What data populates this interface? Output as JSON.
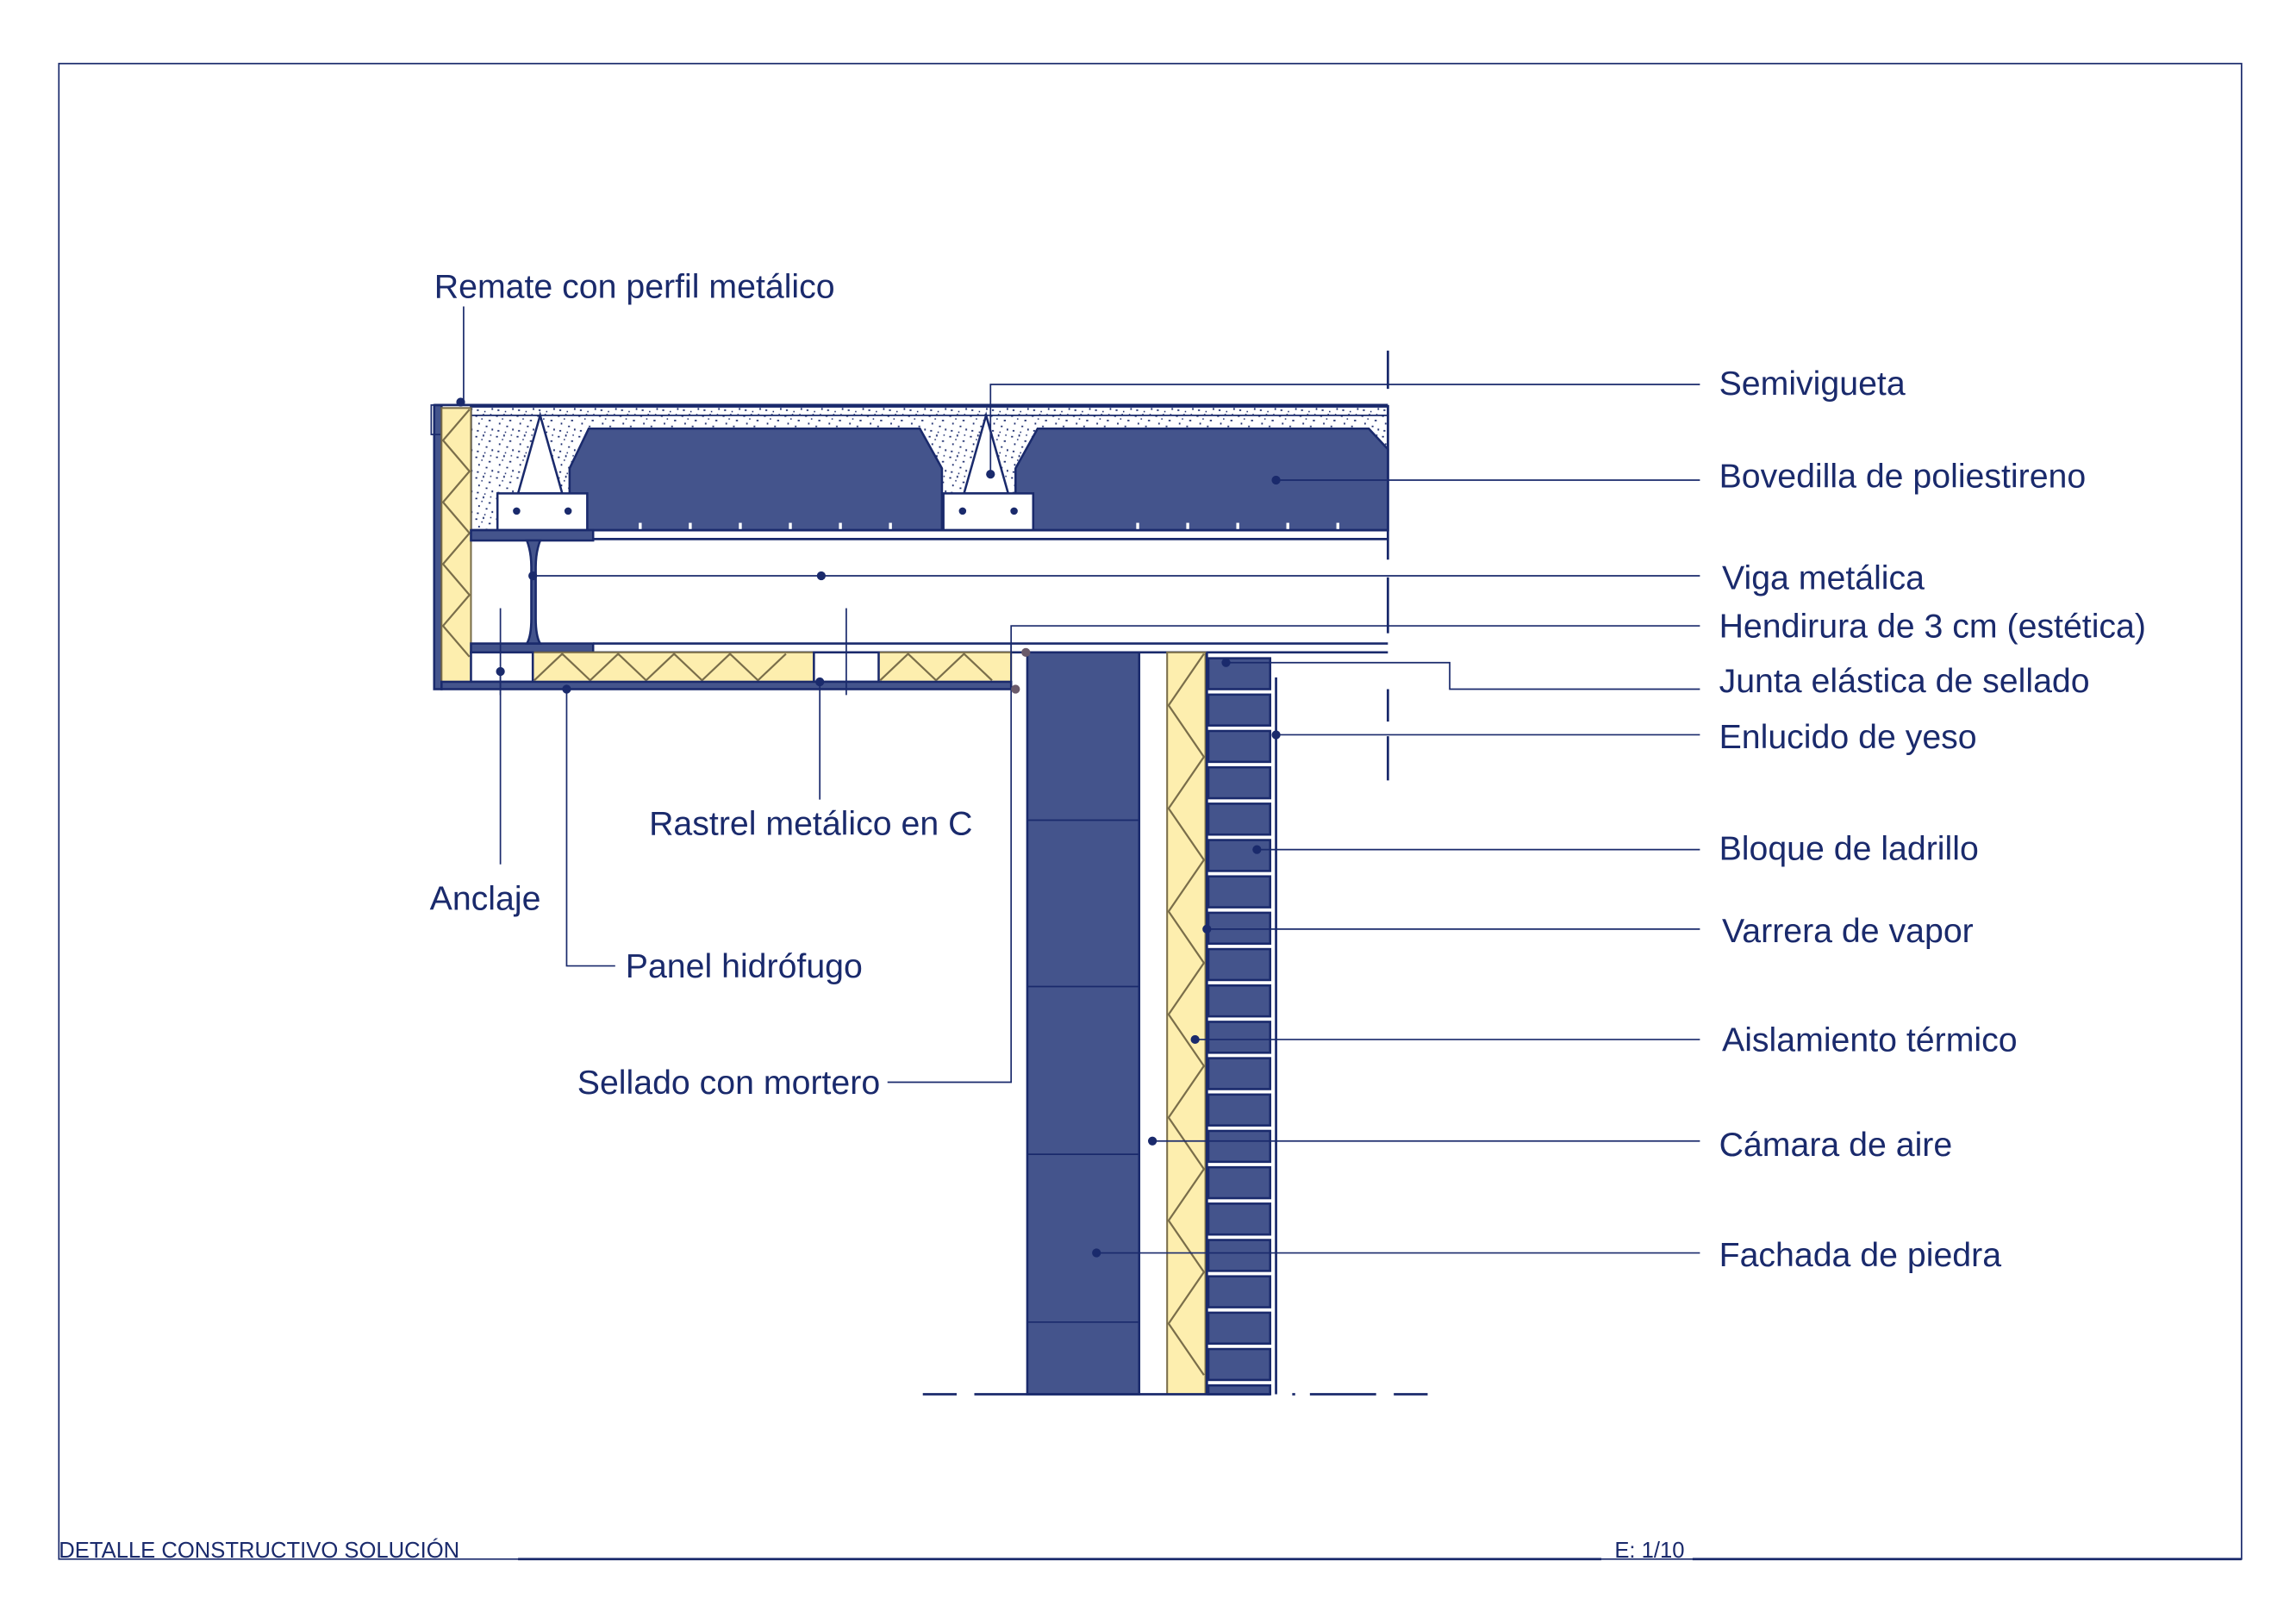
{
  "colors": {
    "ink": "#1a2a6c",
    "fill": "#44548c",
    "insulation": "#fdeeae"
  },
  "labels": {
    "remate": "Remate con perfil metálico",
    "semivigueta": "Semivigueta",
    "bovedilla": "Bovedilla de poliestireno",
    "viga": "Viga metálica",
    "hendirura": "Hendirura de 3 cm (estética)",
    "junta": "Junta elástica de sellado",
    "enlucido": "Enlucido de yeso",
    "rastrel": "Rastrel metálico en C",
    "anclaje": "Anclaje",
    "panel": "Panel hidrófugo",
    "sellado": "Sellado con mortero",
    "bloque": "Bloque de ladrillo",
    "varrera": "Varrera de vapor",
    "aislamiento": "Aislamiento térmico",
    "camara": "Cámara de aire",
    "fachada": "Fachada de piedra"
  },
  "footer": {
    "title": "DETALLE CONSTRUCTIVO SOLUCIÓN",
    "scale": "E: 1/10"
  }
}
